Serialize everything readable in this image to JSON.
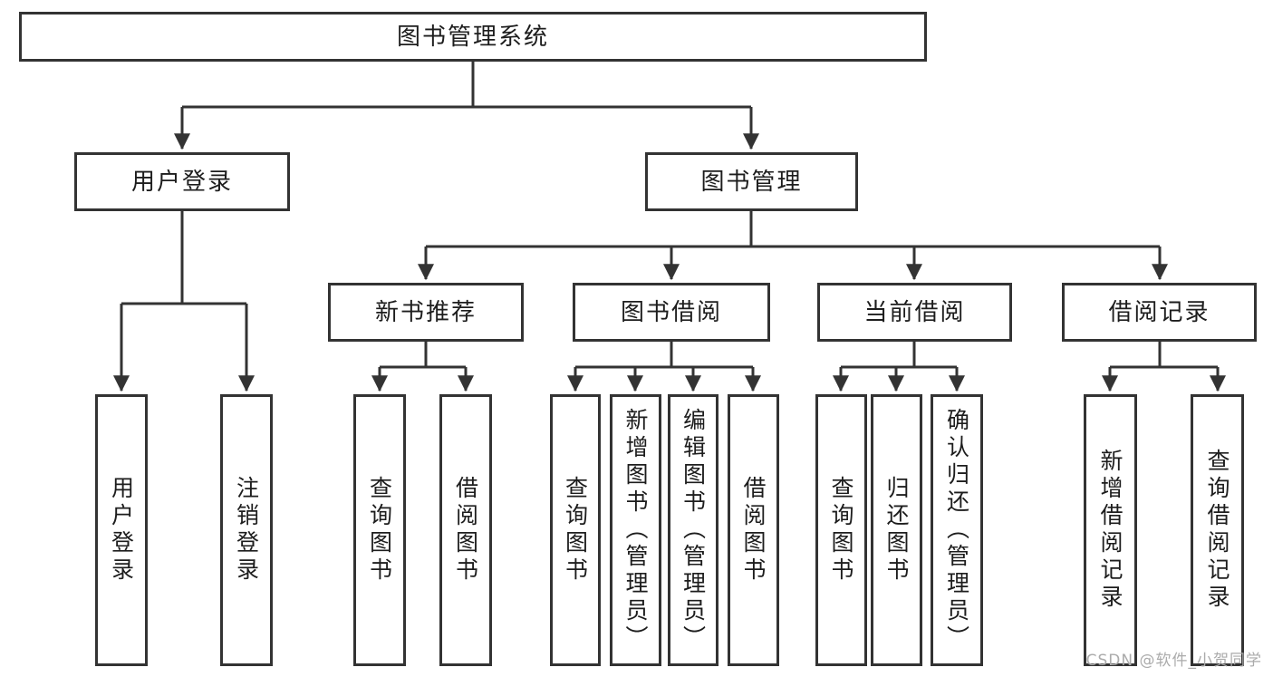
{
  "diagram_title": "图书管理系统",
  "nodes": {
    "root": "图书管理系统",
    "user_login": "用户登录",
    "book_mgmt": "图书管理",
    "new_book_rec": "新书推荐",
    "book_borrow": "图书借阅",
    "current_borrow": "当前借阅",
    "borrow_records": "借阅记录",
    "leaf_user_login": "用户登录",
    "leaf_logout": "注销登录",
    "leaf_query_books_1": "查询图书",
    "leaf_borrow_books_1": "借阅图书",
    "leaf_query_books_2": "查询图书",
    "leaf_add_book_admin": "新增图书（管理员）",
    "leaf_edit_book_admin": "编辑图书（管理员）",
    "leaf_borrow_books_2": "借阅图书",
    "leaf_query_books_3": "查询图书",
    "leaf_return_books": "归还图书",
    "leaf_confirm_return_admin": "确认归还（管理员）",
    "leaf_add_borrow_record": "新增借阅记录",
    "leaf_query_borrow_record": "查询借阅记录"
  },
  "tree": {
    "root": "图书管理系统",
    "children": [
      {
        "label": "用户登录",
        "children": [
          "用户登录",
          "注销登录"
        ]
      },
      {
        "label": "图书管理",
        "children": [
          {
            "label": "新书推荐",
            "children": [
              "查询图书",
              "借阅图书"
            ]
          },
          {
            "label": "图书借阅",
            "children": [
              "查询图书",
              "新增图书（管理员）",
              "编辑图书（管理员）",
              "借阅图书"
            ]
          },
          {
            "label": "当前借阅",
            "children": [
              "查询图书",
              "归还图书",
              "确认归还（管理员）"
            ]
          },
          {
            "label": "借阅记录",
            "children": [
              "新增借阅记录",
              "查询借阅记录"
            ]
          }
        ]
      }
    ]
  },
  "watermark": "CSDN @软件_小贺同学",
  "colors": {
    "line": "#333333",
    "text": "#1d1d1d",
    "background": "#ffffff",
    "watermark": "#ababab"
  }
}
